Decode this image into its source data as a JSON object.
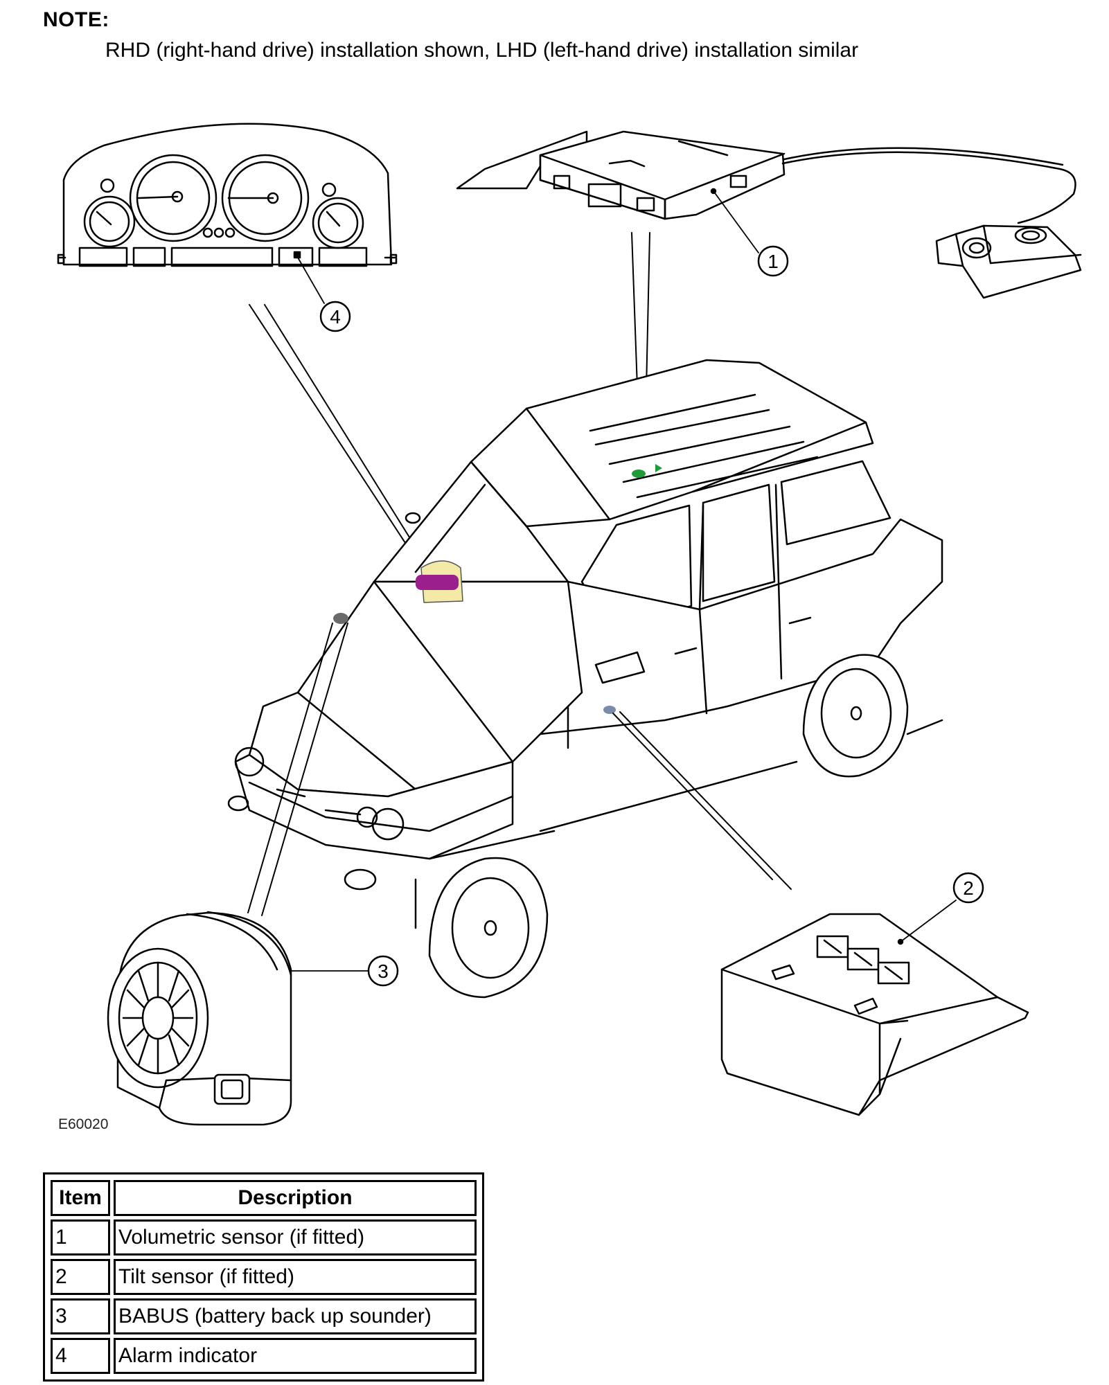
{
  "note": {
    "heading": "NOTE:",
    "text": "RHD (right-hand drive) installation shown, LHD (left-hand drive) installation similar"
  },
  "figure": {
    "id": "E60020",
    "callouts": [
      "1",
      "2",
      "3",
      "4"
    ]
  },
  "legend_table": {
    "headers": {
      "item": "Item",
      "description": "Description"
    },
    "rows": [
      {
        "item": "1",
        "description": "Volumetric sensor (if fitted)"
      },
      {
        "item": "2",
        "description": "Tilt sensor (if fitted)"
      },
      {
        "item": "3",
        "description": "BABUS (battery back up sounder)"
      },
      {
        "item": "4",
        "description": "Alarm indicator"
      }
    ]
  },
  "colors": {
    "alarm_indicator_highlight": "#9b1f8c",
    "cluster_highlight": "#f3eaa8",
    "volumetric_sensor_highlight": "#1f9b3a",
    "tilt_sensor_highlight": "#7a8aa8",
    "sounder_highlight": "#6a6a6a"
  }
}
